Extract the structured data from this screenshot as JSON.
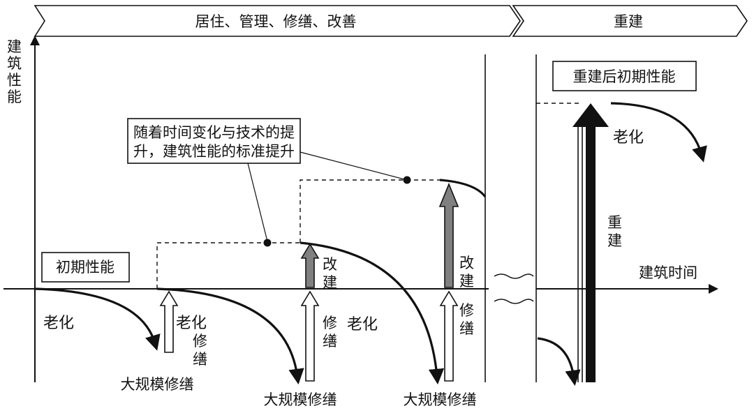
{
  "phase_banner": {
    "phase1": "居住、管理、修缮、改善",
    "phase2": "重建"
  },
  "axes": {
    "y_label_chars": [
      "建",
      "筑",
      "性",
      "能"
    ],
    "x_label": "建筑时间"
  },
  "boxes": {
    "initial_performance": "初期性能",
    "standard_rise_line1": "随着时间变化与技术的提",
    "standard_rise_line2": "升，建筑性能的标准提升",
    "rebuild_initial": "重建后初期性能"
  },
  "labels": {
    "aging": "老化",
    "repair_v1": "修",
    "repair_v2": "缮",
    "improve_v1": "改",
    "improve_v2": "建",
    "rebuild_v1": "重",
    "rebuild_v2": "建",
    "major_repair": "大规模修缮"
  },
  "colors": {
    "line": "#111111",
    "improve_arrow": "#808080",
    "rebuild_arrow": "#111111",
    "repair_arrow": "#ffffff"
  }
}
